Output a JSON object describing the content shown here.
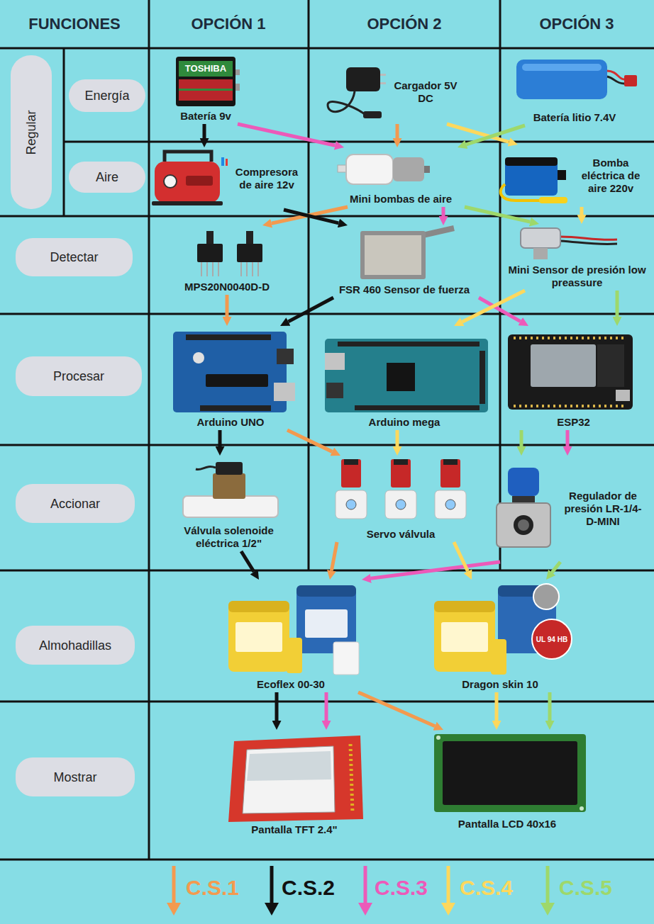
{
  "diagram": {
    "nodes": [
      {
        "text": [
          "Regular"
        ]
      },
      {
        "text": [
          "Energía"
        ]
      },
      {
        "text": [
          "Batería 9v"
        ]
      },
      {
        "text": [
          "Cargador 5V DC"
        ]
      },
      {
        "text": [
          "Batería litio 7.4V"
        ]
      },
      {
        "text": [
          "Aire"
        ]
      },
      {
        "text": [
          "Compresora de aire 12v"
        ]
      },
      {
        "text": [
          "Mini bombas de aire"
        ]
      },
      {
        "text": [
          "Bomba eléctrica de aire 220v"
        ]
      },
      {
        "text": [
          "Detectar"
        ]
      },
      {
        "text": [
          "MPS20N0040D-D"
        ]
      },
      {
        "text": [
          "FSR 460 Sensor de fuerza"
        ]
      },
      {
        "text": [
          "Mini Sensor de presión low preassure"
        ]
      },
      {
        "text": [
          "Procesar"
        ]
      },
      {
        "text": [
          "Arduino UNO"
        ]
      },
      {
        "text": [
          "Arduino mega"
        ]
      },
      {
        "text": [
          "ESP32"
        ]
      },
      {
        "text": [
          "Accionar"
        ]
      },
      {
        "text": [
          "Válvula solenoide eléctrica 1/2\""
        ]
      },
      {
        "text": [
          "Servo válvula"
        ]
      },
      {
        "text": [
          "Regulador de presión LR-1/4-D-MINI"
        ]
      },
      {
        "text": [
          "Almohadillas"
        ]
      },
      {
        "text": [
          "Ecoflex 00-30"
        ]
      },
      {
        "text": [
          "Dragon skin 10"
        ]
      },
      {
        "text": [
          "Mostrar"
        ]
      },
      {
        "text": [
          "Pantalla TFT 2.4\""
        ]
      },
      {
        "text": [
          "Pantalla LCD 40x16"
        ]
      }
    ],
    "edges": [
      {
        "from": 3,
        "to": 7,
        "arrow": "to"
      },
      {
        "from": 7,
        "to": 10,
        "arrow": "to"
      },
      {
        "from": 10,
        "to": 14,
        "arrow": "to"
      },
      {
        "from": 14,
        "to": 19,
        "arrow": "to"
      },
      {
        "from": 19,
        "to": 22,
        "arrow": "to"
      },
      {
        "from": 22,
        "to": 26,
        "arrow": "to"
      },
      {
        "from": 2,
        "to": 6,
        "arrow": "to"
      },
      {
        "from": 6,
        "to": 11,
        "arrow": "to"
      },
      {
        "from": 11,
        "to": 14,
        "arrow": "to"
      },
      {
        "from": 14,
        "to": 18,
        "arrow": "to"
      },
      {
        "from": 18,
        "to": 22,
        "arrow": "to"
      },
      {
        "from": 22,
        "to": 25,
        "arrow": "to"
      },
      {
        "from": 2,
        "to": 7,
        "arrow": "to"
      },
      {
        "from": 7,
        "to": 11,
        "arrow": "to"
      },
      {
        "from": 11,
        "to": 16,
        "arrow": "to"
      },
      {
        "from": 16,
        "to": 20,
        "arrow": "to"
      },
      {
        "from": 20,
        "to": 22,
        "arrow": "to"
      },
      {
        "from": 22,
        "to": 25,
        "arrow": "to"
      },
      {
        "from": 3,
        "to": 8,
        "arrow": "to"
      },
      {
        "from": 8,
        "to": 12,
        "arrow": "to"
      },
      {
        "from": 12,
        "to": 15,
        "arrow": "to"
      },
      {
        "from": 15,
        "to": 19,
        "arrow": "to"
      },
      {
        "from": 19,
        "to": 23,
        "arrow": "to"
      },
      {
        "from": 23,
        "to": 26,
        "arrow": "to"
      },
      {
        "from": 4,
        "to": 7,
        "arrow": "to"
      },
      {
        "from": 7,
        "to": 12,
        "arrow": "to"
      },
      {
        "from": 12,
        "to": 16,
        "arrow": "to"
      },
      {
        "from": 16,
        "to": 20,
        "arrow": "to"
      },
      {
        "from": 20,
        "to": 23,
        "arrow": "to"
      },
      {
        "from": 23,
        "to": 26,
        "arrow": "to"
      }
    ],
    "labels": [
      "FUNCIONES",
      "OPCIÓN 1",
      "OPCIÓN 2",
      "OPCIÓN 3",
      "TOSHIBA",
      "UL 94 HB"
    ],
    "legend": [
      {
        "text": "C.S.1",
        "color": "#f39a4f"
      },
      {
        "text": "C.S.2",
        "color": "#111111"
      },
      {
        "text": "C.S.3",
        "color": "#ec5ab9"
      },
      {
        "text": "C.S.4",
        "color": "#fdd85d"
      },
      {
        "text": "C.S.5",
        "color": "#9ed86b"
      }
    ]
  }
}
